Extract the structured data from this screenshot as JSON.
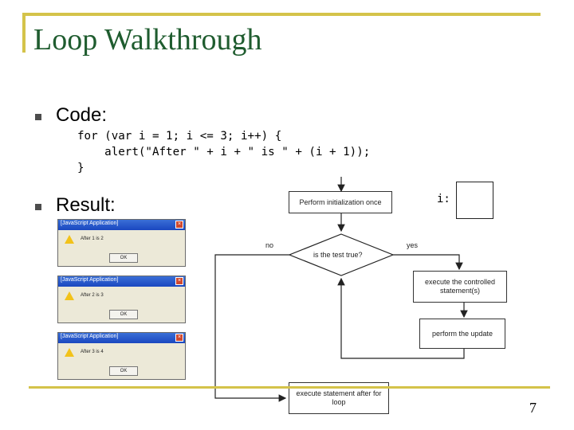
{
  "slide": {
    "title": "Loop Walkthrough",
    "page_number": "7"
  },
  "bullets": {
    "code_label": "Code:",
    "result_label": "Result:"
  },
  "code_lines": [
    "for (var i = 1; i <= 3; i++) {",
    "    alert(\"After \" + i + \" is \" + (i + 1));",
    "}"
  ],
  "alerts": [
    {
      "title": "[JavaScript Application]",
      "message": "After 1 is 2",
      "button": "OK"
    },
    {
      "title": "[JavaScript Application]",
      "message": "After 2 is 3",
      "button": "OK"
    },
    {
      "title": "[JavaScript Application]",
      "message": "After 3 is 4",
      "button": "OK"
    }
  ],
  "flowchart": {
    "init": "Perform initialization once",
    "test": "is the test true?",
    "no_label": "no",
    "yes_label": "yes",
    "body": "execute the controlled statement(s)",
    "update": "perform the update",
    "after": "execute statement after for loop"
  },
  "variable": {
    "label": "i:",
    "value": ""
  },
  "colors": {
    "title": "#1f5c2f",
    "frame_accent": "#d4c34a"
  }
}
